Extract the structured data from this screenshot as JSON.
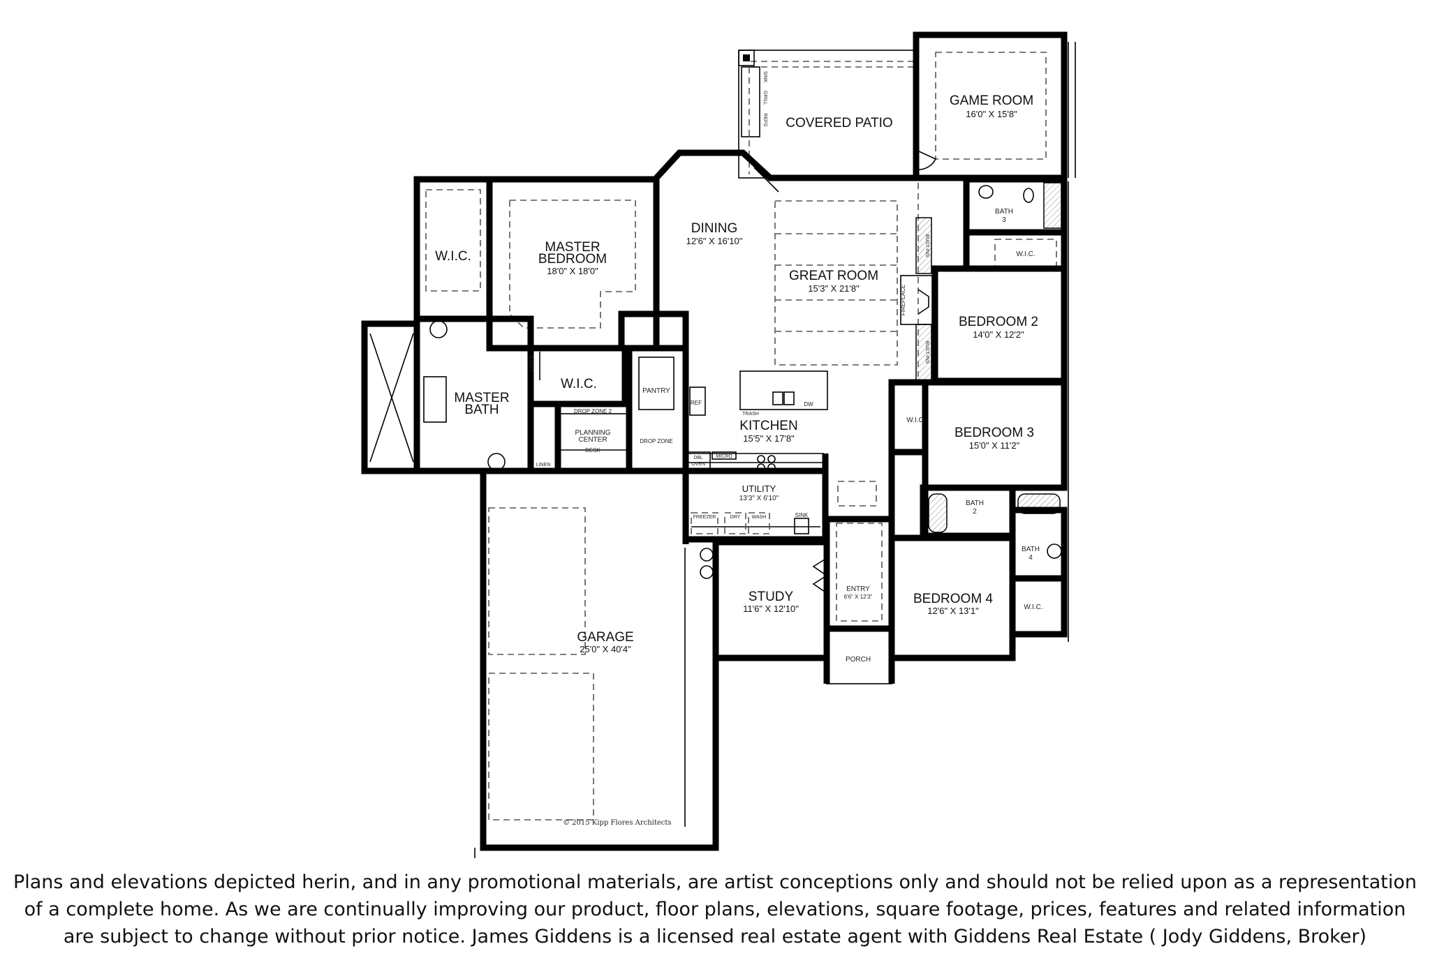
{
  "rooms": {
    "covered_patio": {
      "name": "COVERED PATIO"
    },
    "game_room": {
      "name": "GAME ROOM",
      "size": "16'0\" X 15'8\""
    },
    "dining": {
      "name": "DINING",
      "size": "12'6\" X 16'10\""
    },
    "master_bedroom": {
      "name_line1": "MASTER",
      "name_line2": "BEDROOM",
      "size": "18'0\" X 18'0\""
    },
    "master_wic": {
      "name": "W.I.C."
    },
    "great_room": {
      "name": "GREAT ROOM",
      "size": "15'3\" X 21'8\""
    },
    "bedroom_2": {
      "name": "BEDROOM 2",
      "size": "14'0\" X 12'2\""
    },
    "master_bath": {
      "name_line1": "MASTER",
      "name_line2": "BATH"
    },
    "master_wic_2": {
      "name": "W.I.C."
    },
    "pantry": {
      "name": "PANTRY"
    },
    "kitchen": {
      "name": "KITCHEN",
      "size": "15'5\" X 17'8\""
    },
    "bedroom_3": {
      "name": "BEDROOM 3",
      "size": "15'0\" X 11'2\""
    },
    "bedroom_3_wic": {
      "name": "W.I.C."
    },
    "bath_3": {
      "name_line1": "BATH",
      "name_line2": "3"
    },
    "bath_3_wic": {
      "name": "W.I.C."
    },
    "utility": {
      "name": "UTILITY",
      "size": "13'3\" X 6'10\""
    },
    "bath_2": {
      "name_line1": "BATH",
      "name_line2": "2"
    },
    "bath_4": {
      "name_line1": "BATH",
      "name_line2": "4"
    },
    "study": {
      "name": "STUDY",
      "size": "11'6\" X 12'10\""
    },
    "entry": {
      "name": "ENTRY",
      "size": "6'6\" X 12'3\""
    },
    "bedroom_4": {
      "name": "BEDROOM 4",
      "size": "12'6\" X 13'1\""
    },
    "bedroom_4_wic": {
      "name": "W.I.C."
    },
    "porch": {
      "name": "PORCH"
    },
    "garage": {
      "name": "GARAGE",
      "size": "25'0\" X 40'4\""
    },
    "planning_center": {
      "name_line1": "PLANNING",
      "name_line2": "CENTER",
      "desk": "DESK"
    },
    "drop_zone_2": {
      "name": "DROP ZONE 2"
    },
    "drop_zone": {
      "name": "DROP ZONE"
    }
  },
  "fixtures": {
    "linen_1": "LINEN",
    "linen_2": "LINEN",
    "ref": "REF",
    "trash": "TRASH",
    "dw": "DW",
    "dbl_oven_line1": "DBL",
    "dbl_oven_line2": "OVEN",
    "micro": "MICRO",
    "freezer": "FREEZER",
    "dry": "DRY",
    "wash": "WASH",
    "sink": "SINK",
    "fireplace": "FIREPLACE",
    "built_ins_1": "BUILT-INS",
    "built_ins_2": "BUILT-INS",
    "patio_sink": "SINK",
    "patio_grill": "GRILL",
    "patio_refg": "REFG"
  },
  "copyright": "© 2015 Kipp Flores Architects",
  "disclaimer": {
    "line1": "Plans and elevations depicted herin, and in any promotional materials, are artist conceptions only and should not be relied upon as a representation",
    "line2": "of a complete home.  As we are continually improving our product, floor plans, elevations, square footage, prices, features and related information",
    "line3": "are subject to change without prior notice. James Giddens is a licensed real estate agent with Giddens Real Estate ( Jody Giddens, Broker)"
  }
}
